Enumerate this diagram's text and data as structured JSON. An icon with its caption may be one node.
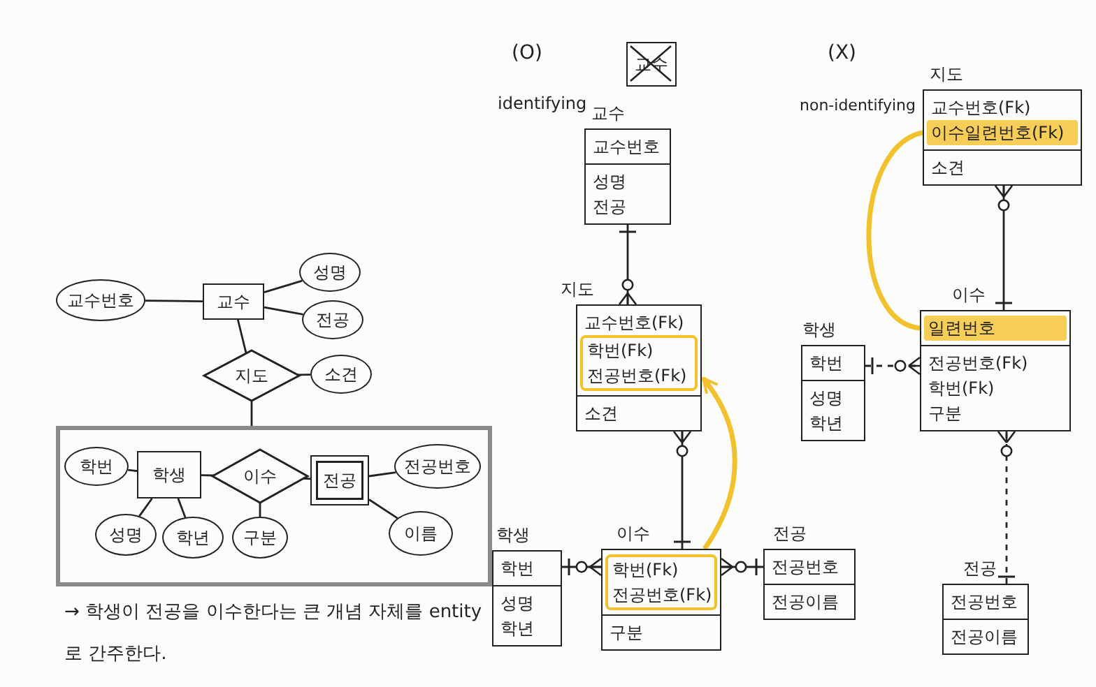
{
  "diagram": {
    "nodes": [
      {
        "text": [
          "교수번호"
        ]
      },
      {
        "text": [
          "교수"
        ]
      },
      {
        "text": [
          "성명"
        ]
      },
      {
        "text": [
          "전공"
        ]
      },
      {
        "text": [
          "지도"
        ]
      },
      {
        "text": [
          "소견"
        ]
      },
      {
        "text": [],
        "shape": "box"
      },
      {
        "text": [
          "학번"
        ],
        "in": 6
      },
      {
        "text": [
          "학생"
        ],
        "in": 6
      },
      {
        "text": [
          "이수"
        ],
        "in": 6
      },
      {
        "text": [
          "전공"
        ],
        "in": 6
      },
      {
        "text": [
          "전공번호"
        ],
        "in": 6
      },
      {
        "text": [
          "성명"
        ],
        "in": 6
      },
      {
        "text": [
          "학년"
        ],
        "in": 6
      },
      {
        "text": [
          "구분"
        ],
        "in": 6
      },
      {
        "text": [
          "이름"
        ],
        "in": 6
      },
      {
        "text": [
          "교수"
        ]
      },
      {
        "text": [
          "교수",
          "교수번호",
          "성명",
          "전공"
        ]
      },
      {
        "text": [
          "지도",
          "교수번호(Fk)",
          "학번(Fk)",
          "전공번호(Fk)",
          "소견"
        ]
      },
      {
        "text": [
          "학생",
          "학번",
          "성명",
          "학년"
        ]
      },
      {
        "text": [
          "이수",
          "학번(Fk)",
          "전공번호(Fk)",
          "구분"
        ]
      },
      {
        "text": [
          "전공",
          "전공번호",
          "전공이름"
        ]
      },
      {
        "text": [
          "지도",
          "교수번호(Fk)",
          "이수일련번호(Fk)",
          "소견"
        ]
      },
      {
        "text": [
          "이수",
          "일련번호",
          "전공번호(Fk)",
          "학번(Fk)",
          "구분"
        ]
      },
      {
        "text": [
          "학생",
          "학번",
          "성명",
          "학년"
        ]
      },
      {
        "text": [
          "전공",
          "전공번호",
          "전공이름"
        ]
      }
    ],
    "edges": [
      {
        "from": 0,
        "to": 1,
        "arrow": "none"
      },
      {
        "from": 1,
        "to": 2,
        "arrow": "none"
      },
      {
        "from": 1,
        "to": 3,
        "arrow": "none"
      },
      {
        "from": 1,
        "to": 4,
        "arrow": "none"
      },
      {
        "from": 4,
        "to": 5,
        "arrow": "none"
      },
      {
        "from": 4,
        "to": 6,
        "arrow": "none"
      },
      {
        "from": 7,
        "to": 8,
        "arrow": "none"
      },
      {
        "from": 8,
        "to": 9,
        "arrow": "none"
      },
      {
        "from": 9,
        "to": 10,
        "arrow": "none"
      },
      {
        "from": 10,
        "to": 11,
        "arrow": "none"
      },
      {
        "from": 8,
        "to": 12,
        "arrow": "none"
      },
      {
        "from": 8,
        "to": 13,
        "arrow": "none"
      },
      {
        "from": 9,
        "to": 14,
        "arrow": "none"
      },
      {
        "from": 10,
        "to": 15,
        "arrow": "none"
      },
      {
        "from": 17,
        "to": 18,
        "arrow": "other"
      },
      {
        "from": 20,
        "to": 18,
        "arrow": "other"
      },
      {
        "from": 19,
        "to": 20,
        "arrow": "other"
      },
      {
        "from": 21,
        "to": 20,
        "arrow": "other"
      },
      {
        "from": 20,
        "to": 18,
        "arrow": "to",
        "style": "thick",
        "color": "#f2c12e"
      },
      {
        "from": 23,
        "to": 22,
        "arrow": "other"
      },
      {
        "from": 24,
        "to": 23,
        "arrow": "other",
        "style": "dashed"
      },
      {
        "from": 25,
        "to": 23,
        "arrow": "other",
        "style": "dashed"
      },
      {
        "from": 23,
        "to": 22,
        "arrow": "none",
        "style": "thick",
        "color": "#f2c12e"
      }
    ],
    "labels": [
      "(O)",
      "identifying",
      "(X)",
      "non-identifying",
      "→ 학생이 전공을 이수한다는 큰 개념 자체를 entity로 간주한다."
    ]
  }
}
